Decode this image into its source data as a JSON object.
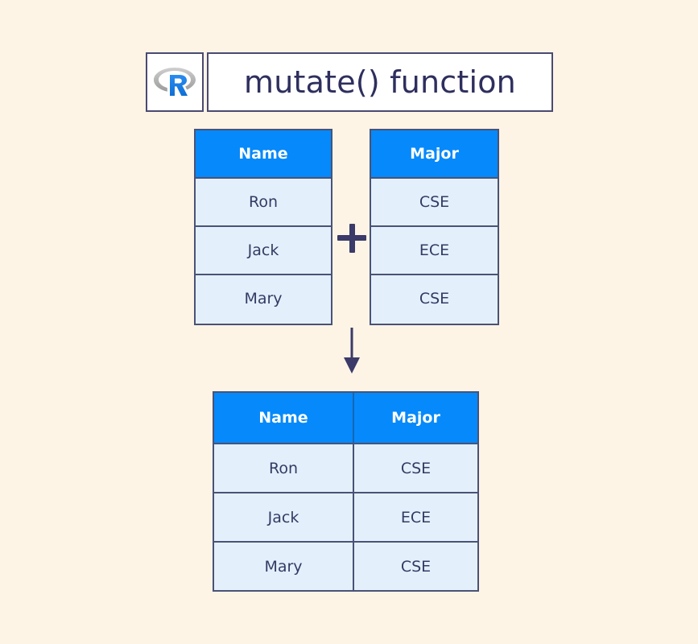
{
  "page": {
    "background_color": "#fdf4e6",
    "accent_blue": "#0689fa",
    "cell_blue": "#e3f0fc",
    "border_color": "#4a5276",
    "text_color": "#343b63",
    "title_color": "#2e2f5e",
    "connector_color": "#3b3a68"
  },
  "header": {
    "logo_alt": "r-logo",
    "title": "mutate() function"
  },
  "source_tables": [
    {
      "name": "name-table",
      "header": "Name",
      "rows": [
        "Ron",
        "Jack",
        "Mary"
      ]
    },
    {
      "name": "major-table",
      "header": "Major",
      "rows": [
        "CSE",
        "ECE",
        "CSE"
      ]
    }
  ],
  "operator": {
    "symbol": "+",
    "name": "plus-operator"
  },
  "flow": {
    "arrow": "down-arrow"
  },
  "result_table": {
    "name": "result-table",
    "columns": [
      "Name",
      "Major"
    ],
    "rows": [
      [
        "Ron",
        "CSE"
      ],
      [
        "Jack",
        "ECE"
      ],
      [
        "Mary",
        "CSE"
      ]
    ]
  }
}
